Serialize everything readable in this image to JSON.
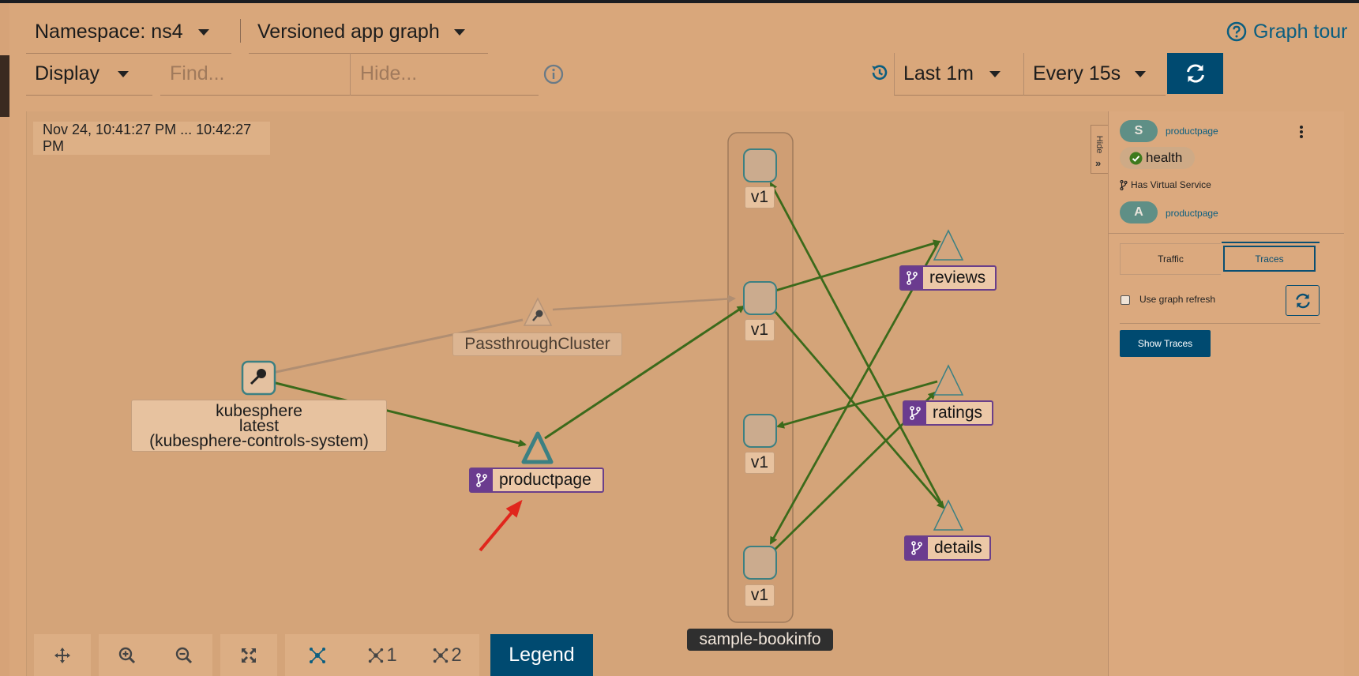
{
  "toolbar": {
    "namespace_label": "Namespace: ns4",
    "graph_type_label": "Versioned app graph",
    "graph_tour_label": "Graph tour",
    "display_label": "Display",
    "find_placeholder": "Find...",
    "hide_placeholder": "Hide...",
    "duration_label": "Last 1m",
    "refresh_interval_label": "Every 15s"
  },
  "graph": {
    "timestamp": "Nov 24, 10:41:27 PM ... 10:42:27 PM",
    "hide_tab_label": "Hide",
    "nodes": {
      "kubesphere_line1": "kubesphere",
      "kubesphere_line2": "latest",
      "kubesphere_line3": "(kubesphere-controls-system)",
      "passthrough": "PassthroughCluster",
      "productpage": "productpage",
      "reviews": "reviews",
      "ratings": "ratings",
      "details": "details",
      "v1_a": "v1",
      "v1_b": "v1",
      "v1_c": "v1",
      "v1_d": "v1",
      "box_label": "sample-bookinfo"
    },
    "controls": {
      "layout1": "1",
      "layout2": "2",
      "legend": "Legend"
    }
  },
  "panel": {
    "service_badge": "S",
    "service_name": "productpage",
    "health_label": "health",
    "virtual_service_label": "Has Virtual Service",
    "app_badge": "A",
    "app_name": "productpage",
    "tab_traffic": "Traffic",
    "tab_traces": "Traces",
    "use_graph_refresh": "Use graph refresh",
    "show_traces": "Show Traces"
  },
  "colors": {
    "background": "#d9a77b",
    "primary_button": "#004a70",
    "link": "#0a5e80",
    "edge_green": "#3b6a1b",
    "service_purple": "#6b3b8f",
    "node_teal": "#3c8082",
    "annotation_red": "#e0261c"
  }
}
